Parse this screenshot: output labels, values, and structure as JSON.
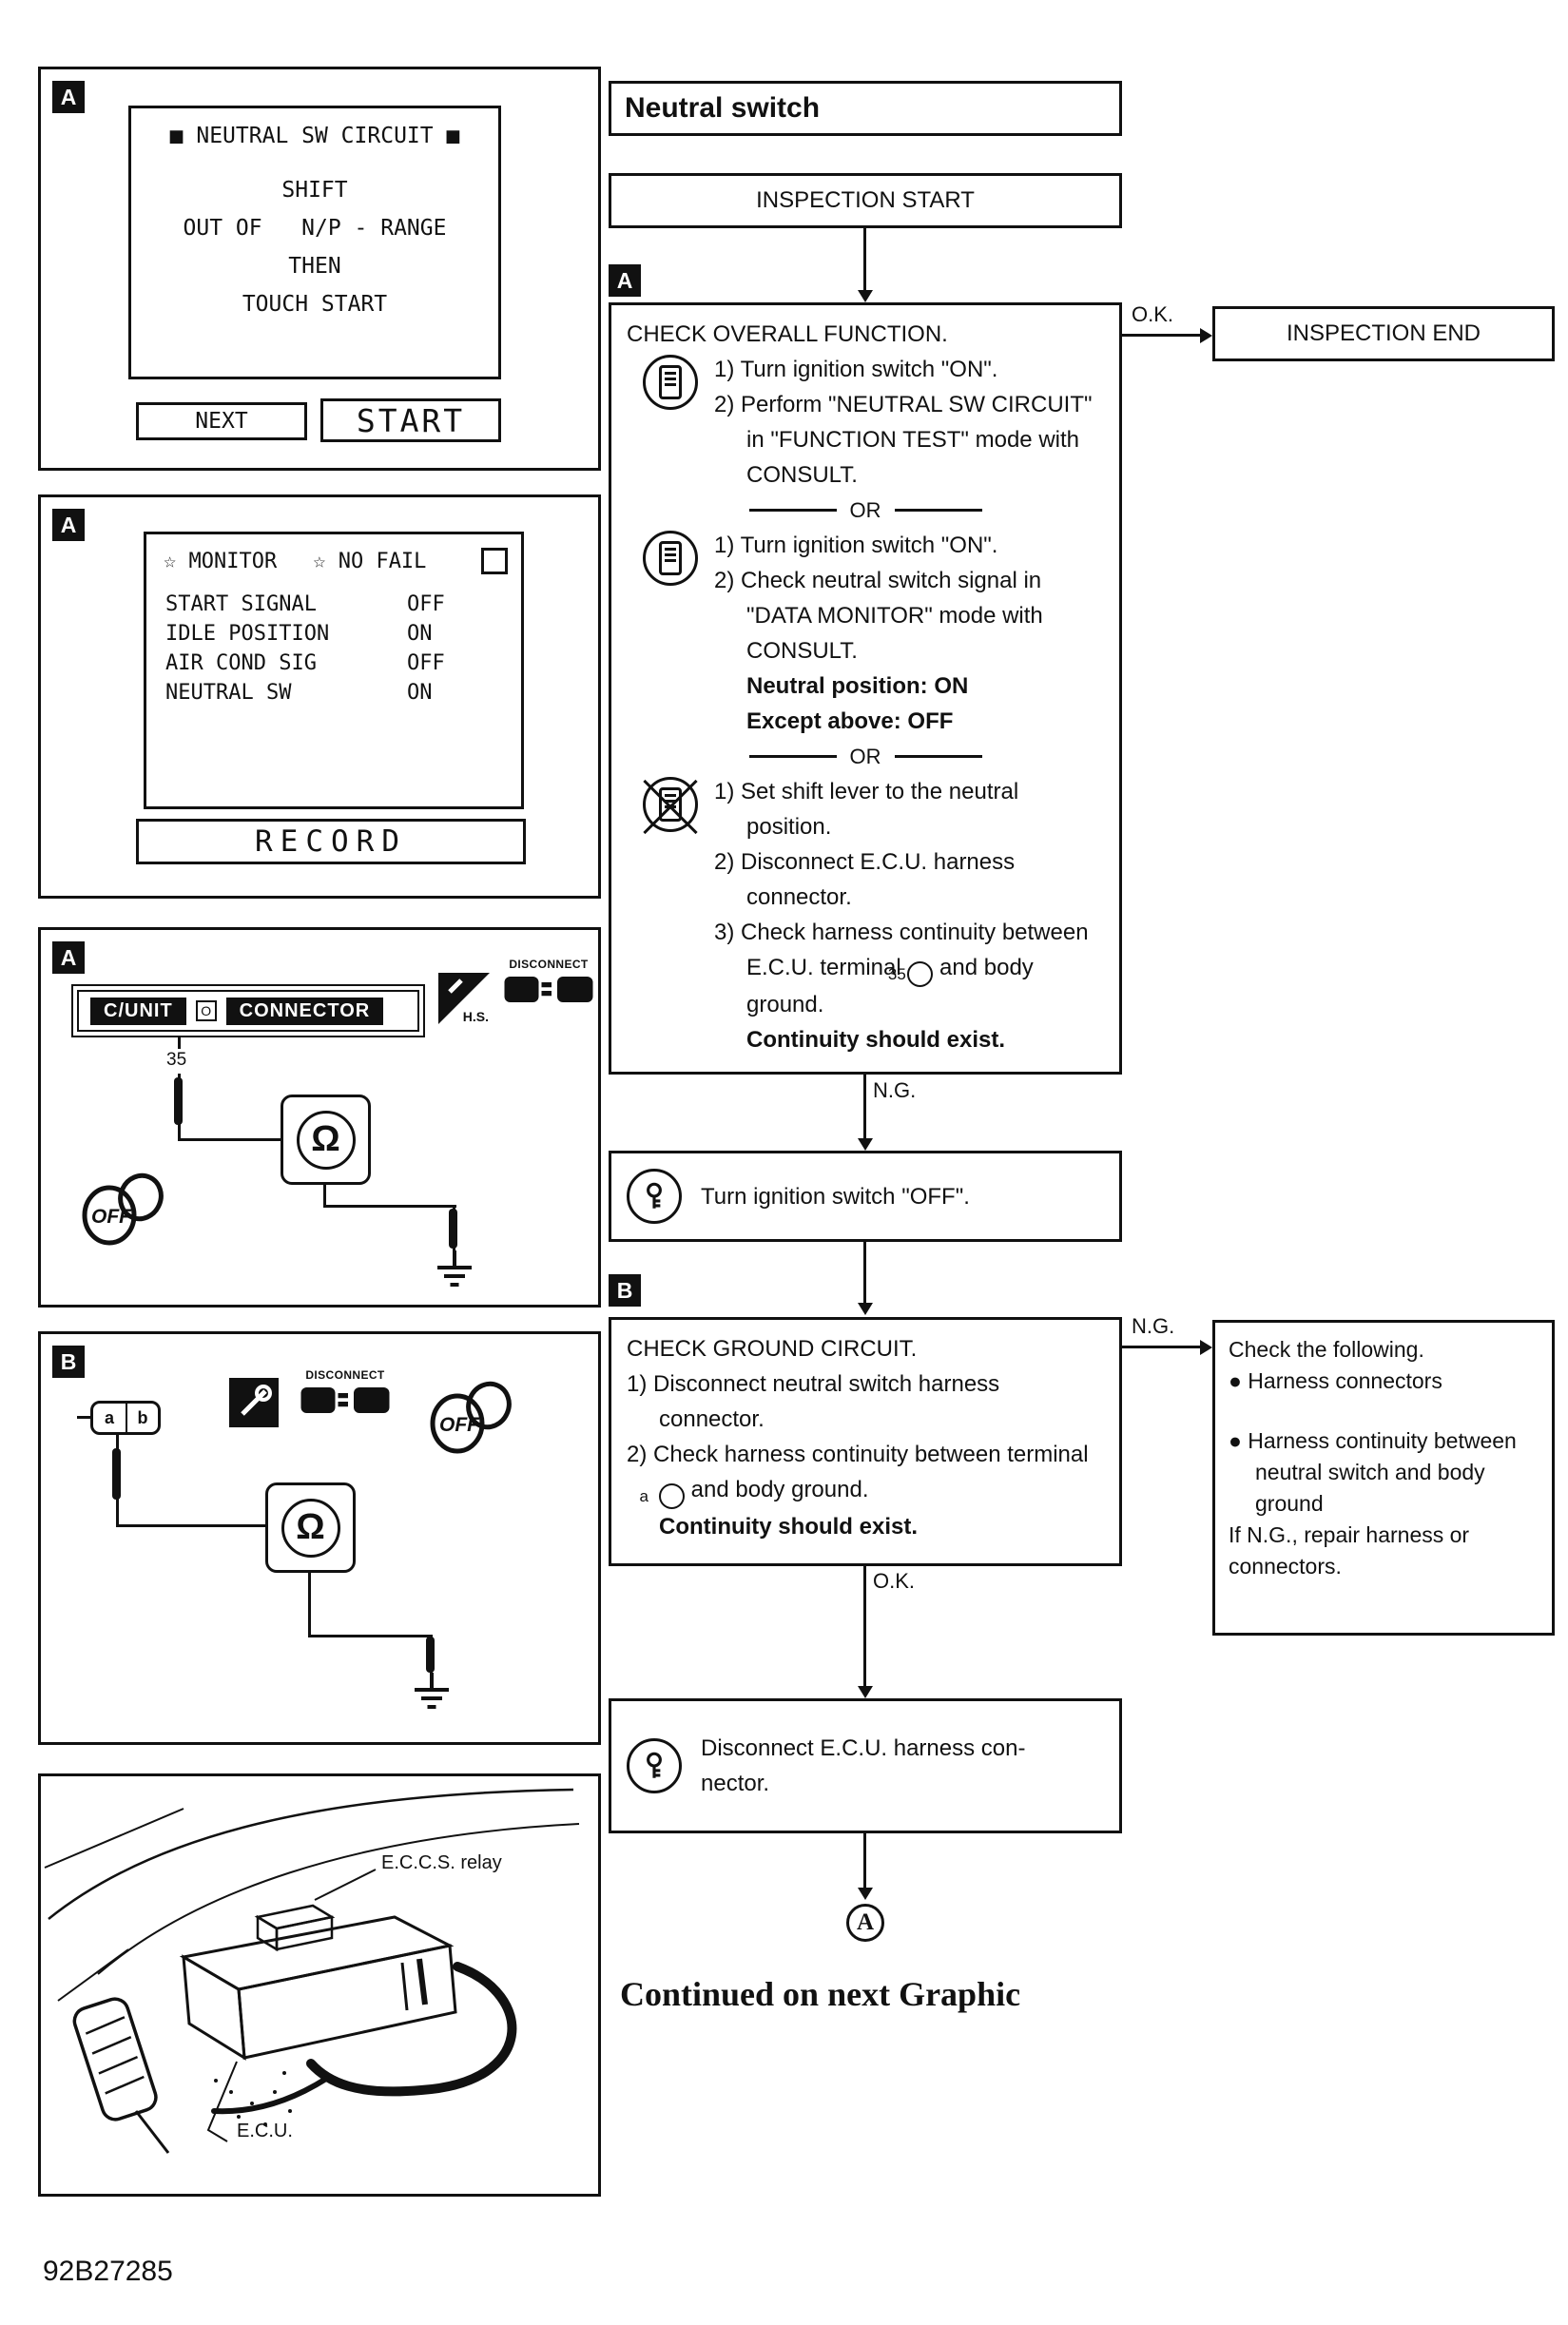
{
  "page": {
    "figure_code": "92B27285",
    "continued": "Continued on next Graphic"
  },
  "screens": {
    "panel1": {
      "label": "A",
      "title": "■ NEUTRAL SW CIRCUIT ■",
      "lines": [
        "SHIFT",
        "OUT OF   N/P - RANGE",
        "THEN",
        "TOUCH START"
      ],
      "next": "NEXT",
      "start": "START"
    },
    "panel2": {
      "label": "A",
      "monitor": "☆ MONITOR",
      "no_fail": "☆ NO FAIL",
      "rows": [
        {
          "name": "START SIGNAL",
          "value": "OFF"
        },
        {
          "name": "IDLE POSITION",
          "value": "ON"
        },
        {
          "name": "AIR COND SIG",
          "value": "OFF"
        },
        {
          "name": "NEUTRAL SW",
          "value": "ON"
        }
      ],
      "record": "RECORD"
    }
  },
  "diagrams": {
    "panel3": {
      "label": "A",
      "cunit": "C/UNIT",
      "o": "O",
      "connector": "CONNECTOR",
      "terminal": "35",
      "hs": "H.S.",
      "disconnect": "DISCONNECT",
      "ohm": "Ω",
      "off": "OFF"
    },
    "panel4": {
      "label": "B",
      "pin_a": "a",
      "pin_b": "b",
      "disconnect": "DISCONNECT",
      "ohm": "Ω",
      "off": "OFF"
    },
    "panel5": {
      "relay": "E.C.C.S. relay",
      "ecu": "E.C.U."
    }
  },
  "flow": {
    "title": "Neutral switch",
    "inspection_start": "INSPECTION START",
    "inspection_end": "INSPECTION END",
    "ok": "O.K.",
    "ng": "N.G.",
    "or": "OR",
    "step_a": {
      "label": "A",
      "title": "CHECK OVERALL FUNCTION.",
      "consult1": [
        "1) Turn ignition switch \"ON\".",
        "2) Perform \"NEUTRAL SW CIRCUIT\" in \"FUNCTION TEST\" mode with CONSULT."
      ],
      "consult2": [
        "1) Turn ignition switch \"ON\".",
        "2) Check neutral switch signal in \"DATA MONITOR\" mode with CONSULT."
      ],
      "consult2_bold": [
        "Neutral position: ON",
        "Except above: OFF"
      ],
      "manual": [
        "1) Set shift lever to the neutral position.",
        "2) Disconnect E.C.U. harness connector."
      ],
      "manual3_pre": "3) Check harness continuity between E.C.U. terminal",
      "manual3_terminal": "35",
      "manual3_post": "and body ground.",
      "manual_bold": "Continuity should exist."
    },
    "step_off": "Turn ignition switch \"OFF\".",
    "step_b": {
      "label": "B",
      "title": "CHECK GROUND CIRCUIT.",
      "line1": "1) Disconnect neutral switch harness connector.",
      "line2_pre": "2) Check harness continuity between terminal",
      "line2_terminal": "a",
      "line2_post": "and body ground.",
      "bold": "Continuity should exist."
    },
    "check_following": {
      "title": "Check the following.",
      "bullet1": "Harness connectors",
      "bullet2": "Harness continuity between neutral switch and body ground",
      "footer": "If N.G., repair harness or connectors."
    },
    "step_disconnect": "Disconnect E.C.U. harness con-\nnector.",
    "marker": "A"
  }
}
